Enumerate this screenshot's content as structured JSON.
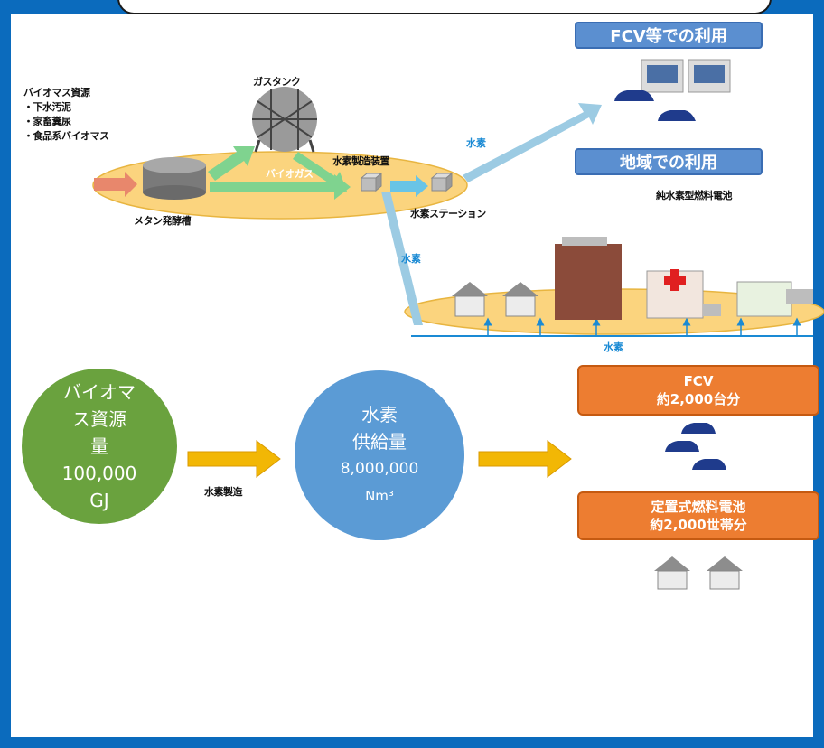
{
  "biomass_resources": {
    "title": "バイオマス資源",
    "items": [
      "・下水汚泥",
      "・家畜糞尿",
      "・食品系バイオマス"
    ]
  },
  "labels": {
    "gas_tank": "ガスタンク",
    "biogas": "バイオガス",
    "methane_tank": "メタン発酵槽",
    "hydrogen_generator": "水素製造装置",
    "hydrogen_station": "水素ステーション",
    "fuel_cell": "純水素型燃料電池",
    "hydrogen_1": "水素",
    "hydrogen_2": "水素",
    "hydrogen_3": "水素",
    "hydrogen_production": "水素製造"
  },
  "boxes": {
    "fcv_use": "FCV等での利用",
    "local_use": "地域での利用"
  },
  "circles": {
    "biomass": {
      "lines": [
        "バイオマ",
        "ス資源",
        "量",
        "100,000",
        "GJ"
      ],
      "color": "#6aa23e"
    },
    "hydrogen": {
      "lines": [
        "水素",
        "供給量",
        "8,000,000",
        "Nm³"
      ],
      "color": "#5b9bd5"
    }
  },
  "results": {
    "fcv": {
      "line1": "FCV",
      "line2": "約2,000台分"
    },
    "fuel_cell": {
      "line1": "定置式燃料電池",
      "line2": "約2,000世帯分"
    }
  },
  "colors": {
    "frame": "#0B6BBD",
    "ellipse": "#fbd47e",
    "arrow_yellow": "#f2b705",
    "arrow_green": "#7fd38f",
    "pipe_blue": "#9ccbe3",
    "box_orange": "#ed7d31",
    "box_blue": "#5b8fd0"
  }
}
